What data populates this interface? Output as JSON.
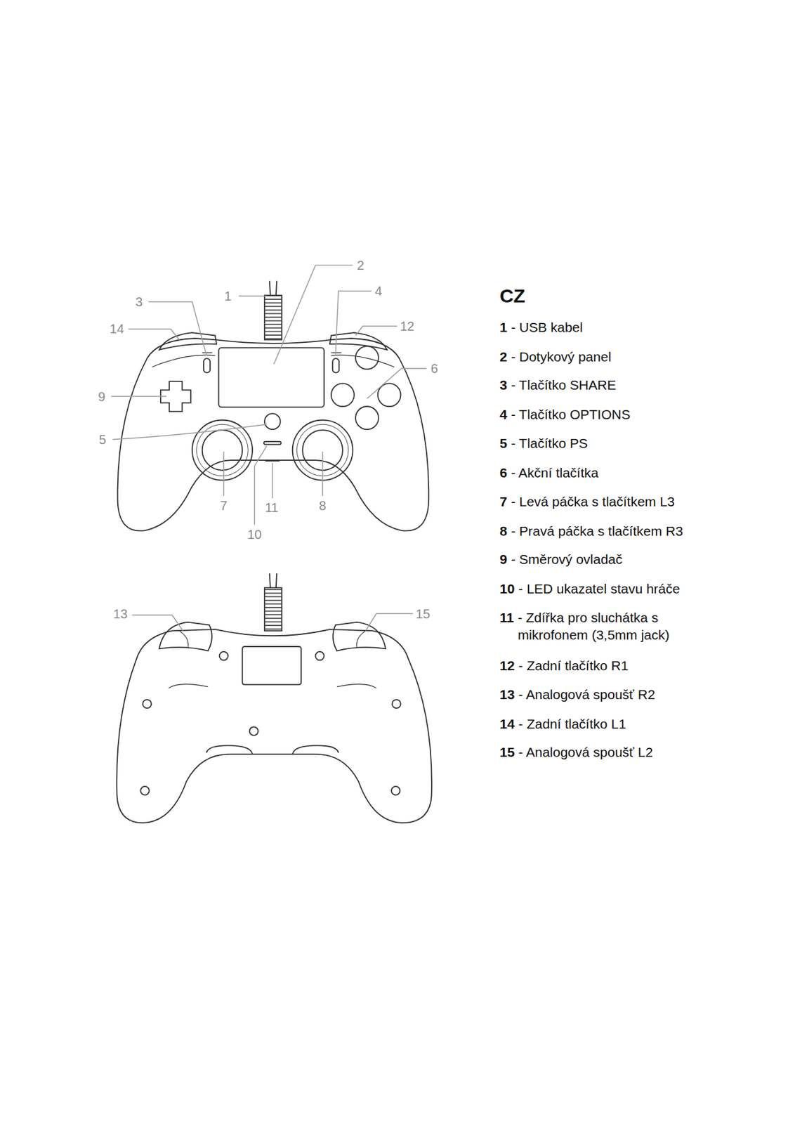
{
  "diagram": {
    "title": "CZ",
    "labels": [
      "1",
      "2",
      "3",
      "4",
      "5",
      "6",
      "7",
      "8",
      "9",
      "10",
      "11",
      "12",
      "13",
      "14",
      "15",
      "1",
      "- USB kabel",
      "2",
      "- Dotykový panel",
      "3",
      "- Tlačítko SHARE",
      "4",
      "- Tlačítko OPTIONS",
      "5",
      "- Tlačítko PS",
      "6",
      "- Akční tlačítka",
      "7",
      "- Levá páčka s tlačítkem L3",
      "8",
      "- Pravá páčka s tlačítkem R3",
      "9",
      "- Směrový ovladač",
      "10",
      "- LED ukazatel stavu hráče",
      "11",
      "- Zdířka pro sluchátka s mikrofonem (3,5mm jack)",
      "12",
      "- Zadní tlačítko R1",
      "13",
      "- Analogová spoušť R2",
      "14",
      "- Zadní tlačítko L1",
      "15",
      "- Analogová spoušť L2"
    ]
  }
}
